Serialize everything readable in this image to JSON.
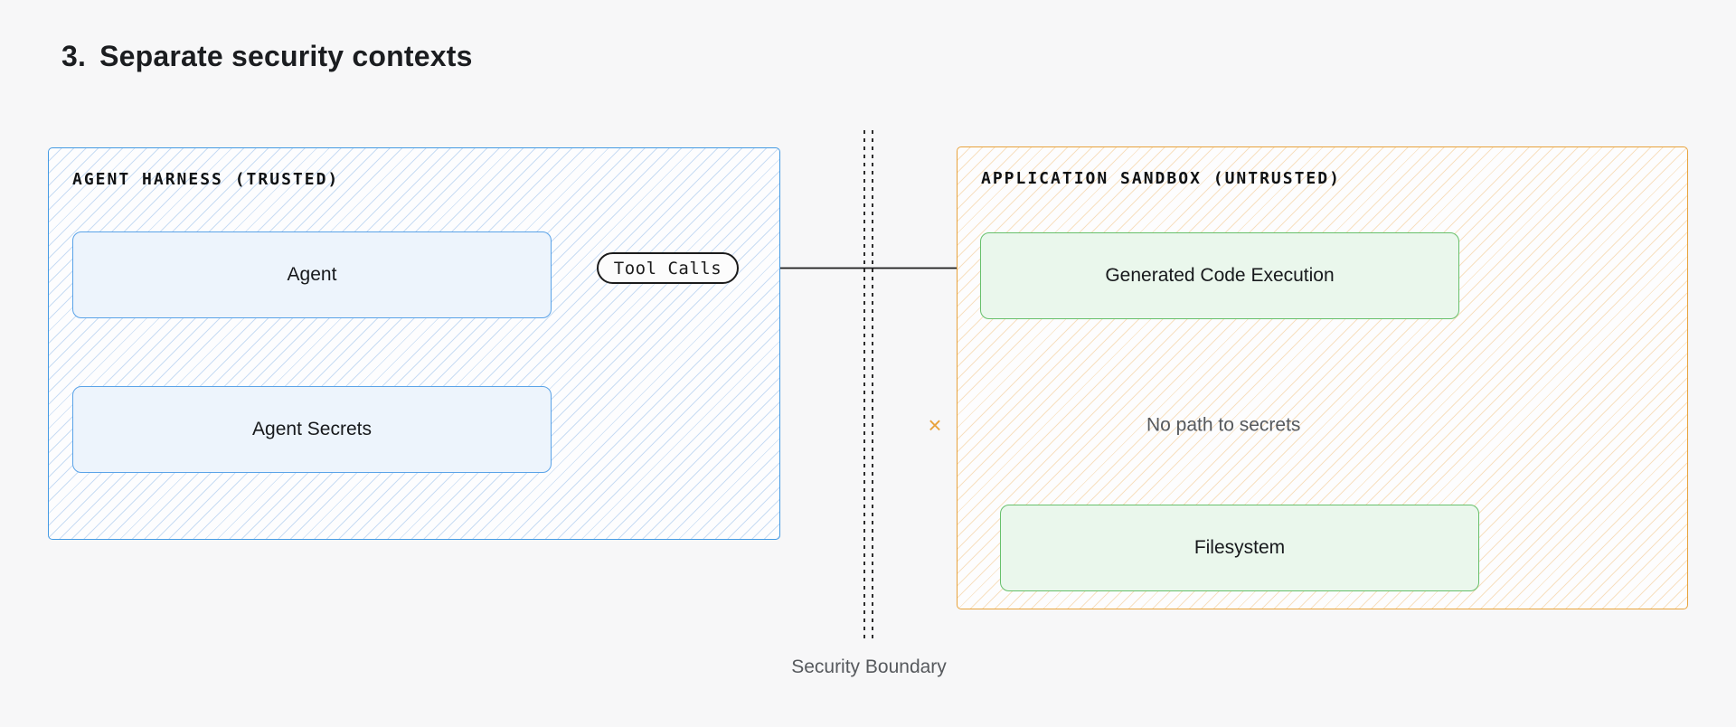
{
  "title": {
    "number": "3.",
    "text": "Separate security contexts"
  },
  "left_panel": {
    "header": "AGENT HARNESS (TRUSTED)",
    "nodes": [
      {
        "label": "Agent"
      },
      {
        "label": "Agent Secrets"
      }
    ]
  },
  "right_panel": {
    "header": "APPLICATION SANDBOX (UNTRUSTED)",
    "nodes": [
      {
        "label": "Generated Code Execution"
      },
      {
        "label": "Filesystem"
      }
    ]
  },
  "connectors": {
    "tool_calls_label": "Tool Calls",
    "no_path_label": "No path to secrets",
    "blocked_marker": "×"
  },
  "boundary": {
    "label": "Security Boundary"
  },
  "colors": {
    "background": "#f7f7f8",
    "trusted_border": "#459be3",
    "trusted_node_fill": "#edf4fc",
    "trusted_node_border": "#5aa3e8",
    "untrusted_border": "#e8a33c",
    "safe_node_fill": "#eaf7ec",
    "safe_node_border": "#67c06b",
    "blocked_marker_color": "#e8a33c",
    "muted_text": "#56595d",
    "arrow_color": "#1c1c1c"
  }
}
